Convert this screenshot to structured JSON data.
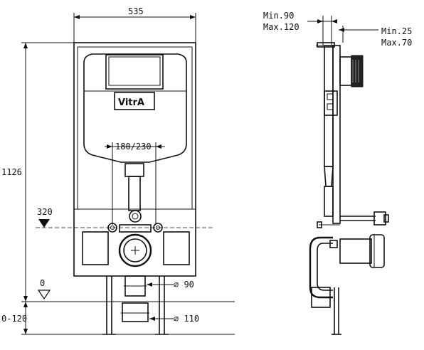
{
  "brand": {
    "logo_text": "VitrA"
  },
  "front_view": {
    "width_label": "535",
    "height_label": "1126",
    "flush_spacing_label": "180/230",
    "pipe_height_label": "320",
    "floor_label": "0",
    "floor_range_label": "0-120",
    "inlet_diameter_label": "⌀ 90",
    "outlet_diameter_label": "⌀ 110"
  },
  "side_view": {
    "depth_min_label": "Min.90",
    "depth_max_label": "Max.120",
    "wall_min_label": "Min.25",
    "wall_max_label": "Max.70"
  }
}
